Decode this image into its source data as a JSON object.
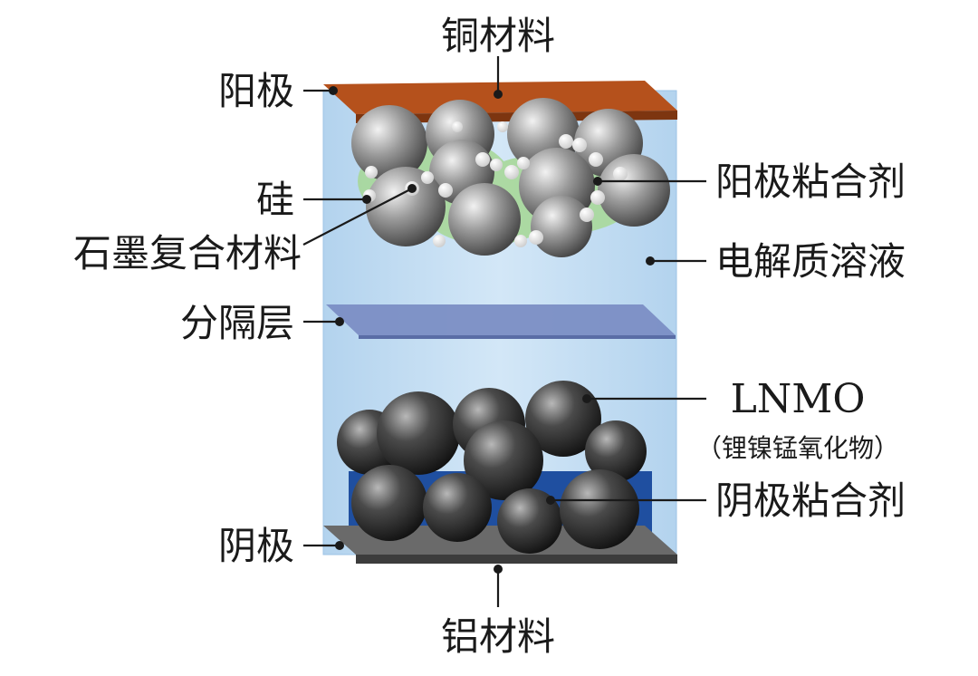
{
  "diagram": {
    "labels": {
      "copper": "铜材料",
      "anode": "阳极",
      "silicon": "硅",
      "graphite_composite": "石墨复合材料",
      "separator": "分隔层",
      "cathode": "阴极",
      "aluminum": "铝材料",
      "anode_binder": "阳极粘合剂",
      "electrolyte": "电解质溶液",
      "lnmo": "LNMO",
      "lnmo_full": "（锂镍锰氧化物）",
      "cathode_binder": "阴极粘合剂"
    },
    "colors": {
      "copper": "#b5511c",
      "electrolyte": "#c5def2",
      "separator": "#7b8ec4",
      "aluminum": "#6a6a6a",
      "anode_binder": "#a8d89a",
      "cathode_binder": "#1f4fa0",
      "graphite_particle": "#8a8a8a",
      "lnmo_particle": "#2a2a2a"
    }
  }
}
